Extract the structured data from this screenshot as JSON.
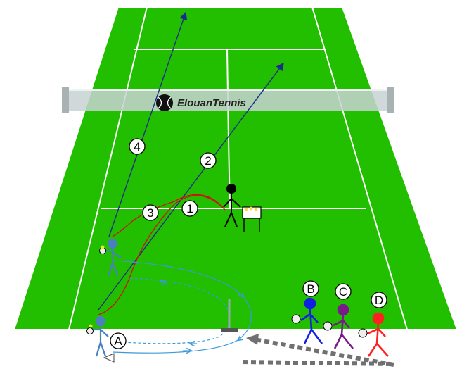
{
  "brand": {
    "name": "ElouanTennis"
  },
  "markers": {
    "a": "A",
    "b": "B",
    "c": "C",
    "d": "D"
  },
  "shots": {
    "s1": "1",
    "s2": "2",
    "s3": "3",
    "s4": "4"
  },
  "colors": {
    "court": "#22bf00",
    "lines": "#ffffff",
    "net": "#c8d2d2",
    "player_blue_light": "#4a7fc0",
    "player_b": "#1020e0",
    "player_c": "#7a1a8a",
    "player_d": "#ff2020",
    "trajectory": "#d01010",
    "shot_arrow": "#1a2c8a",
    "movement": "#3a9ad8",
    "rotation": "#666666"
  }
}
